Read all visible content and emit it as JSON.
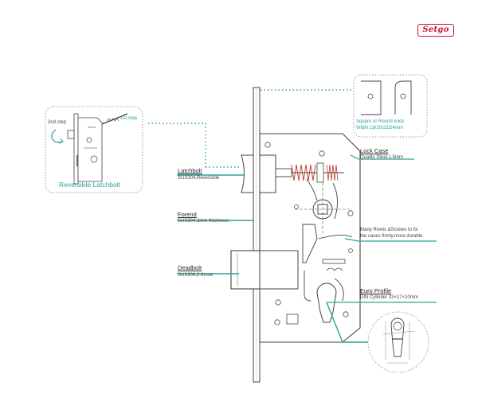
{
  "brand": {
    "logo_text": "Setgo",
    "color": "#c8102e"
  },
  "colors": {
    "accent": "#2aa39a",
    "line": "#444444"
  },
  "inset_reversible": {
    "title": "Reversible Latchbolt",
    "step_2": "2nd step",
    "step_1": "1st step"
  },
  "inset_ends": {
    "title": "Square or Round ends",
    "widths": "Width:18/20/22/24mm"
  },
  "callouts": {
    "latchbolt": {
      "title": "Latchbolt",
      "detail": "SUS304,Reversible"
    },
    "forend": {
      "title": "Forend",
      "detail": "SUS304,3mm thickness"
    },
    "deadbolt": {
      "title": "Deadbolt",
      "detail": "SUS304,2-throw"
    },
    "lock_case": {
      "title": "Lock Case",
      "detail": "Quality Steel,1.5mm"
    },
    "rivets": {
      "line1": "Many Rivets &Screws to fix",
      "line2": "the cases firmly,more durable."
    },
    "euro_profile": {
      "title": "Euro Profile",
      "detail": "DIN Cylinder 33×17×10mm"
    }
  }
}
